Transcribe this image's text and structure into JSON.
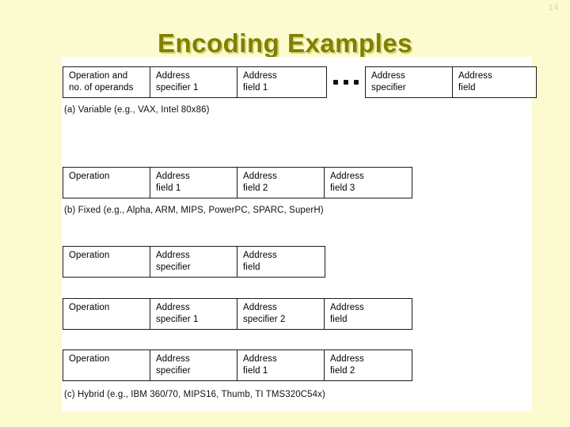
{
  "slide": {
    "number": "14",
    "title": "Encoding Examples",
    "background_color": "#fcfbcf",
    "title_color": "#7f7f00",
    "title_shadow_color": "#d8d87a",
    "figure_background_color": "#ffffff"
  },
  "figure": {
    "rows": [
      {
        "id": "variable",
        "groups": [
          {
            "cells": [
              {
                "line1": "Operation and",
                "line2": "no. of operands",
                "width": 110
              },
              {
                "line1": "Address",
                "line2": "specifier 1",
                "width": 110
              },
              {
                "line1": "Address",
                "line2": "field 1",
                "width": 112
              }
            ]
          },
          {
            "cells": [
              {
                "line1": "Address",
                "line2": "specifier",
                "width": 110
              },
              {
                "line1": "Address",
                "line2": "field",
                "width": 105
              }
            ]
          }
        ],
        "separator": "ellipsis"
      },
      {
        "id": "fixed",
        "groups": [
          {
            "cells": [
              {
                "line1": "Operation",
                "line2": "",
                "width": 110
              },
              {
                "line1": "Address",
                "line2": "field 1",
                "width": 110
              },
              {
                "line1": "Address",
                "line2": "field 2",
                "width": 110
              },
              {
                "line1": "Address",
                "line2": "field 3",
                "width": 110
              }
            ]
          }
        ]
      },
      {
        "id": "hybrid-1",
        "groups": [
          {
            "cells": [
              {
                "line1": "Operation",
                "line2": "",
                "width": 110
              },
              {
                "line1": "Address",
                "line2": "specifier",
                "width": 110
              },
              {
                "line1": "Address",
                "line2": "field",
                "width": 110
              }
            ]
          }
        ]
      },
      {
        "id": "hybrid-2",
        "groups": [
          {
            "cells": [
              {
                "line1": "Operation",
                "line2": "",
                "width": 110
              },
              {
                "line1": "Address",
                "line2": "specifier 1",
                "width": 110
              },
              {
                "line1": "Address",
                "line2": "specifier 2",
                "width": 110
              },
              {
                "line1": "Address",
                "line2": "field",
                "width": 110
              }
            ]
          }
        ]
      },
      {
        "id": "hybrid-3",
        "groups": [
          {
            "cells": [
              {
                "line1": "Operation",
                "line2": "",
                "width": 110
              },
              {
                "line1": "Address",
                "line2": "specifier",
                "width": 110
              },
              {
                "line1": "Address",
                "line2": "field 1",
                "width": 110
              },
              {
                "line1": "Address",
                "line2": "field 2",
                "width": 110
              }
            ]
          }
        ]
      }
    ],
    "captions": {
      "a": "(a) Variable (e.g., VAX, Intel 80x86)",
      "b": "(b) Fixed (e.g., Alpha, ARM, MIPS, PowerPC, SPARC, SuperH)",
      "c": "(c) Hybrid (e.g., IBM 360/70,  MIPS16, Thumb, TI TMS320C54x)"
    }
  }
}
